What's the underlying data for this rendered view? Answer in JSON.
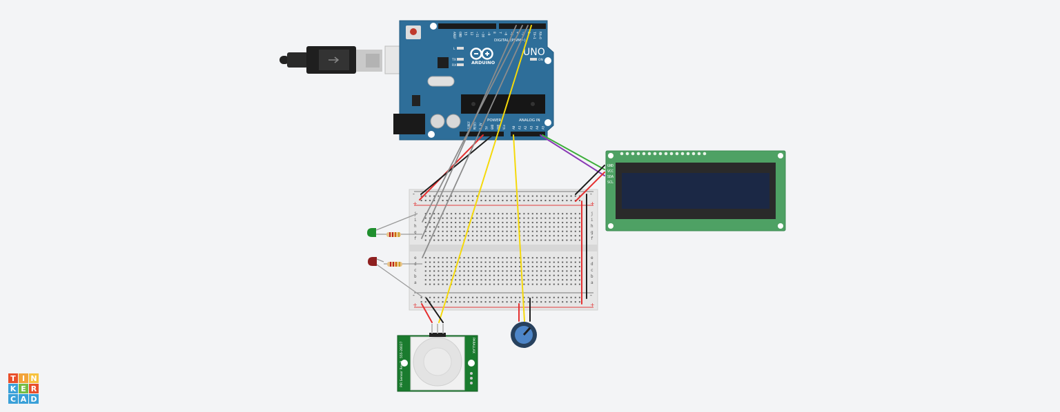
{
  "arduino": {
    "model": "UNO",
    "brand": "ARDUINO",
    "digital_header_label": "DIGITAL (PWM~)",
    "power_label": "POWER",
    "analog_label": "ANALOG IN",
    "on_label": "ON",
    "tx_label": "TX",
    "rx_label": "RX",
    "l_label": "L",
    "digital_pins": [
      "AREF",
      "GND",
      "13",
      "12",
      "~11",
      "~10",
      "~9",
      "8",
      "7",
      "~6",
      "~5",
      "4",
      "~3",
      "2",
      "TX→1",
      "RX←0"
    ],
    "power_pins": [
      "IOREF",
      "RESET",
      "3.3V",
      "5V",
      "GND",
      "GND",
      "Vin"
    ],
    "analog_pins": [
      "A0",
      "A1",
      "A2",
      "A3",
      "A4",
      "A5"
    ]
  },
  "lcd": {
    "pins": [
      "GND",
      "VCC",
      "SDA",
      "SCL"
    ],
    "header_pin_count": 16
  },
  "breadboard": {
    "rail_minus": "-",
    "rail_plus": "+",
    "row_letters_top": [
      "j",
      "i",
      "h",
      "g",
      "f"
    ],
    "row_letters_bottom": [
      "e",
      "d",
      "c",
      "b",
      "a"
    ]
  },
  "pir": {
    "part_text": "555-28027",
    "label_left": "PIR Sensor Rev B",
    "label_right": "PARALLAX"
  },
  "logo": {
    "letters": [
      "T",
      "I",
      "N",
      "K",
      "E",
      "R",
      "C",
      "A",
      "D"
    ],
    "colors": [
      "#e94e2a",
      "#f2a33a",
      "#f7c23d",
      "#3aa0d8",
      "#74bd44",
      "#e94e2a",
      "#3aa0d8",
      "#3aa0d8",
      "#3aa0d8"
    ]
  },
  "wire_colors": {
    "black": "#1d1d1d",
    "red": "#e52f2f",
    "gray": "#8c8c8c",
    "yellow": "#f5d90a",
    "green": "#3cae3a",
    "purple": "#8a3bb5"
  }
}
